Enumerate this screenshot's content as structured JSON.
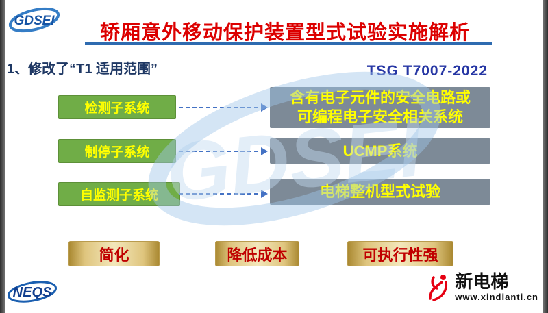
{
  "header": {
    "logo_text": "GDSEI",
    "title": "轿厢意外移动保护装置型式试验实施解析"
  },
  "section": {
    "heading": "1、修改了“T1 适用范围”",
    "standard_ref": "TSG T7007-2022"
  },
  "diagram": {
    "rows": [
      {
        "left": "检测子系统",
        "right": [
          "含有电子元件的安全电路或",
          "可编程电子安全相关系统"
        ]
      },
      {
        "left": "制停子系统",
        "right": [
          "UCMP系统"
        ]
      },
      {
        "left": "自监测子系统",
        "right": [
          "电梯整机型式试验"
        ]
      }
    ]
  },
  "benefits": [
    {
      "label": "简化"
    },
    {
      "label": "降低成本"
    },
    {
      "label": "可执行性强"
    }
  ],
  "watermark": {
    "text": "GDSEI"
  },
  "footer": {
    "left_logo_text": "NEQS",
    "site_name": "新电梯",
    "site_url": "www.xindianti.cn"
  },
  "colors": {
    "title_red": "#dc0000",
    "heading_navy": "#1f3864",
    "standard_blue": "#2636a4",
    "green_box": "#70ad47",
    "gray_box": "#7d8a97",
    "box_text_yellow": "#ffff00",
    "arrow_blue": "#4472c4",
    "benefit_gold": "#dfc57e",
    "benefit_text_red": "#c00000",
    "watermark_blue": "#9fc5e8",
    "site_logo_red": "#e60012"
  }
}
